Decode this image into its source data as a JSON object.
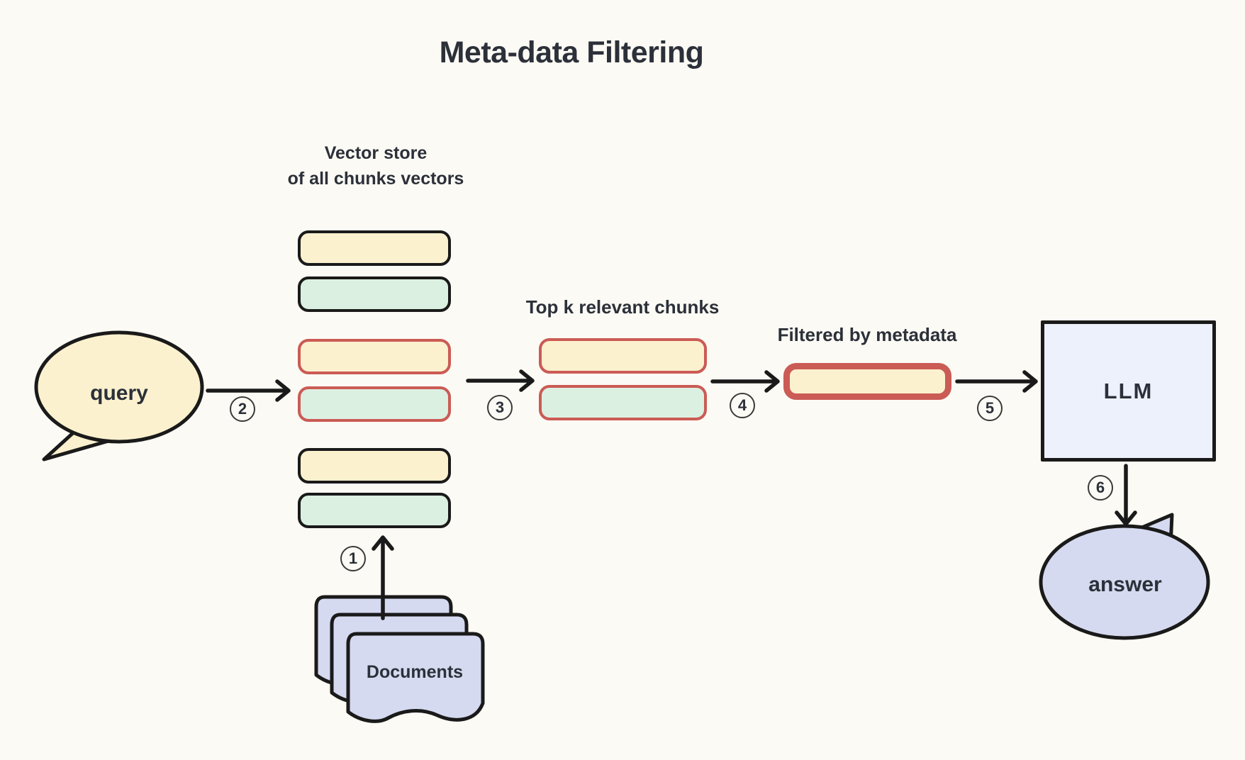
{
  "title": "Meta-data Filtering",
  "colors": {
    "background": "#FCFAF4",
    "ink": "#1A1A1A",
    "text": "#2B3039",
    "cream": "#FBF1CE",
    "mint": "#DCF0E2",
    "red": "#CB5B55",
    "lavender": "#D6DAF0",
    "llm_fill": "#EDF1FB"
  },
  "query": {
    "label": "query"
  },
  "vector_store": {
    "title_line1": "Vector store",
    "title_line2": "of all chunks vectors",
    "chunks": [
      {
        "fill": "cream",
        "border": "black"
      },
      {
        "fill": "mint",
        "border": "black"
      },
      {
        "fill": "cream",
        "border": "red"
      },
      {
        "fill": "mint",
        "border": "red"
      },
      {
        "fill": "cream",
        "border": "black"
      },
      {
        "fill": "mint",
        "border": "black"
      }
    ]
  },
  "top_k": {
    "title": "Top k relevant chunks",
    "chunks": [
      {
        "fill": "cream",
        "border": "red"
      },
      {
        "fill": "mint",
        "border": "red"
      }
    ]
  },
  "filtered": {
    "title": "Filtered by metadata",
    "chunk": {
      "fill": "cream",
      "border": "red-thick"
    }
  },
  "llm": {
    "label": "LLM"
  },
  "answer": {
    "label": "answer"
  },
  "documents": {
    "label": "Documents"
  },
  "steps": {
    "s1": "1",
    "s2": "2",
    "s3": "3",
    "s4": "4",
    "s5": "5",
    "s6": "6"
  }
}
